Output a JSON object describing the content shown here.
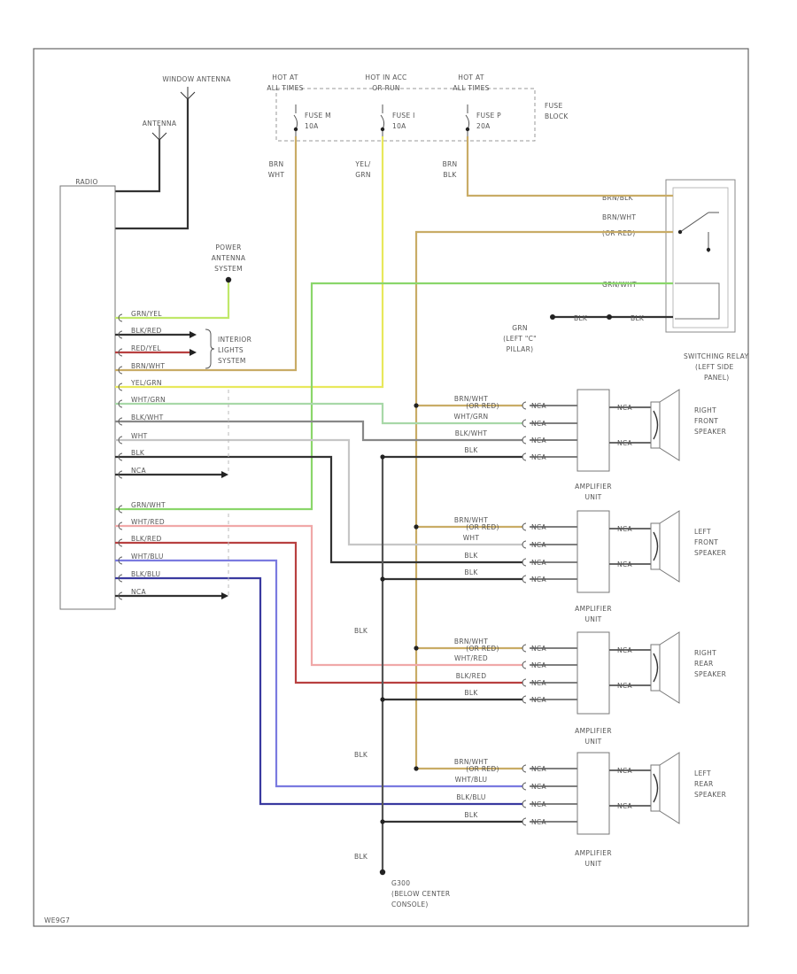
{
  "antennas": {
    "window": "WINDOW ANTENNA",
    "main": "ANTENNA"
  },
  "radio": "RADIO",
  "power_antenna": [
    "POWER",
    "ANTENNA",
    "SYSTEM"
  ],
  "interior_lights": [
    "INTERIOR",
    "LIGHTS",
    "SYSTEM"
  ],
  "hot_labels": [
    [
      "HOT AT",
      "ALL TIMES"
    ],
    [
      "HOT IN ACC",
      "OR RUN"
    ],
    [
      "HOT AT",
      "ALL TIMES"
    ]
  ],
  "fuses": [
    [
      "FUSE M",
      "10A"
    ],
    [
      "FUSE I",
      "10A"
    ],
    [
      "FUSE P",
      "20A"
    ]
  ],
  "fuse_block": [
    "FUSE",
    "BLOCK"
  ],
  "vertical_wires": [
    [
      "BRN",
      "WHT"
    ],
    [
      "YEL/",
      "GRN"
    ],
    [
      "BRN",
      "BLK"
    ]
  ],
  "relay_wires": [
    "BRN/BLK",
    "BRN/WHT",
    "(OR RED)",
    "GRN/WHT"
  ],
  "ground_left_c": [
    "GRN",
    "(LEFT \"C\"",
    "PILLAR)"
  ],
  "blk": "BLK",
  "switching_relay": [
    "SWITCHING RELAY",
    "(LEFT SIDE",
    "PANEL)"
  ],
  "radio_wires": [
    "GRN/YEL",
    "BLK/RED",
    "RED/YEL",
    "BRN/WHT",
    "YEL/GRN",
    "WHT/GRN",
    "BLK/WHT",
    "WHT",
    "BLK",
    "NCA",
    "GRN/WHT",
    "WHT/RED",
    "BLK/RED",
    "WHT/BLU",
    "BLK/BLU",
    "NCA"
  ],
  "amp_inputs": [
    [
      [
        "BRN/WHT",
        "(OR RED)"
      ],
      [
        "WHT/GRN",
        ""
      ],
      [
        "BLK/WHT",
        ""
      ],
      [
        "BLK",
        ""
      ]
    ],
    [
      [
        "BRN/WHT",
        "(OR RED)"
      ],
      [
        "WHT",
        ""
      ],
      [
        "BLK",
        ""
      ],
      [
        "BLK",
        ""
      ]
    ],
    [
      [
        "BRN/WHT",
        "(OR RED)"
      ],
      [
        "WHT/RED",
        ""
      ],
      [
        "BLK/RED",
        ""
      ],
      [
        "BLK",
        ""
      ]
    ],
    [
      [
        "BRN/WHT",
        "(OR RED)"
      ],
      [
        "WHT/BLU",
        ""
      ],
      [
        "BLK/BLU",
        ""
      ],
      [
        "BLK",
        ""
      ]
    ]
  ],
  "nca": "NCA",
  "amplifier": [
    "AMPLIFIER",
    "UNIT"
  ],
  "speakers": [
    [
      "RIGHT",
      "FRONT",
      "SPEAKER"
    ],
    [
      "LEFT",
      "FRONT",
      "SPEAKER"
    ],
    [
      "RIGHT",
      "REAR",
      "SPEAKER"
    ],
    [
      "LEFT",
      "REAR",
      "SPEAKER"
    ]
  ],
  "ground_bottom": [
    "G300",
    "(BELOW CENTER",
    "CONSOLE)"
  ],
  "footer_code": "WE9G7"
}
